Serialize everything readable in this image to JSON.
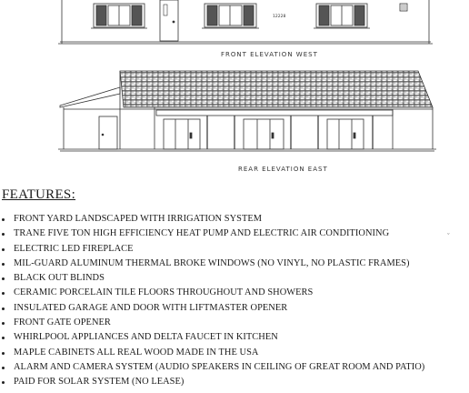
{
  "elevations": {
    "front_label": "FRONT ELEVATION WEST",
    "rear_label": "REAR ELEVATION EAST",
    "address_number": "12228"
  },
  "features": {
    "heading": "FEATURES:",
    "items": [
      "FRONT YARD LANDSCAPED WITH IRRIGATION SYSTEM",
      "TRANE FIVE TON HIGH EFFICIENCY HEAT PUMP AND ELECTRIC AIR CONDITIONING",
      "ELECTRIC LED FIREPLACE",
      "MIL-GUARD ALUMINUM THERMAL BROKE WINDOWS (NO VINYL, NO PLASTIC FRAMES)",
      "BLACK OUT BLINDS",
      "CERAMIC PORCELAIN TILE FLOORS THROUGHOUT AND SHOWERS",
      "INSULATED GARAGE AND DOOR WITH LIFTMASTER OPENER",
      "FRONT GATE OPENER",
      "WHIRLPOOL APPLIANCES AND DELTA FAUCET IN KITCHEN",
      "MAPLE CABINETS ALL REAL WOOD MADE IN THE USA",
      "ALARM AND CAMERA SYSTEM (AUDIO SPEAKERS IN CEILING OF GREAT ROOM AND PATIO)",
      "PAID FOR SOLAR SYSTEM (NO LEASE)"
    ]
  }
}
